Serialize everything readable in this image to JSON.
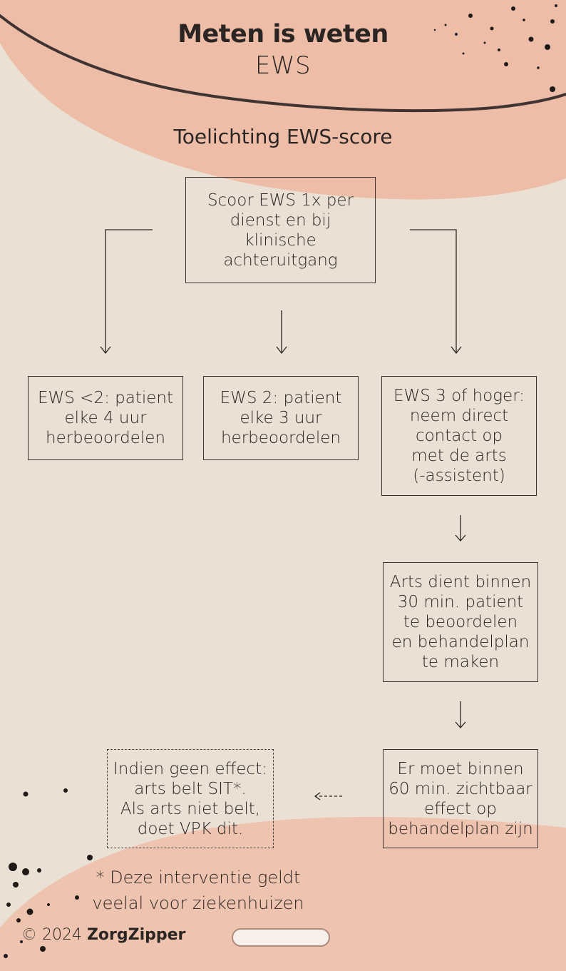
{
  "header": {
    "title": "Meten is weten",
    "subtitle": "EWS",
    "heading": "Toelichting EWS-score"
  },
  "flow": {
    "start": [
      "Scoor EWS 1x per",
      "dienst en bij",
      "klinische",
      "achteruitgang"
    ],
    "ews_low": [
      "EWS <2: patient",
      "elke 4 uur",
      "herbeoordelen"
    ],
    "ews_mid": [
      "EWS 2: patient",
      "elke 3 uur",
      "herbeoordelen"
    ],
    "ews_high": [
      "EWS 3 of hoger:",
      "neem direct",
      "contact op",
      "met de arts",
      "(-assistent)"
    ],
    "doctor": [
      "Arts dient binnen",
      "30 min. patient",
      "te beoordelen",
      "en behandelplan",
      "te maken"
    ],
    "effect": [
      "Er moet binnen",
      "60 min. zichtbaar",
      "effect op",
      "behandelplan zijn"
    ],
    "no_effect": [
      "Indien geen effect:",
      "arts belt SIT*.",
      "Als arts niet belt,",
      "doet VPK dit."
    ]
  },
  "note": [
    "* Deze interventie geldt",
    "veelal voor ziekenhuizen"
  ],
  "footer": {
    "copyright": "© 2024",
    "brand": "ZorgZipper"
  },
  "colors": {
    "background": "#ebe0d4",
    "accent_peach": "#efb6a0",
    "ink": "#2a2522"
  }
}
